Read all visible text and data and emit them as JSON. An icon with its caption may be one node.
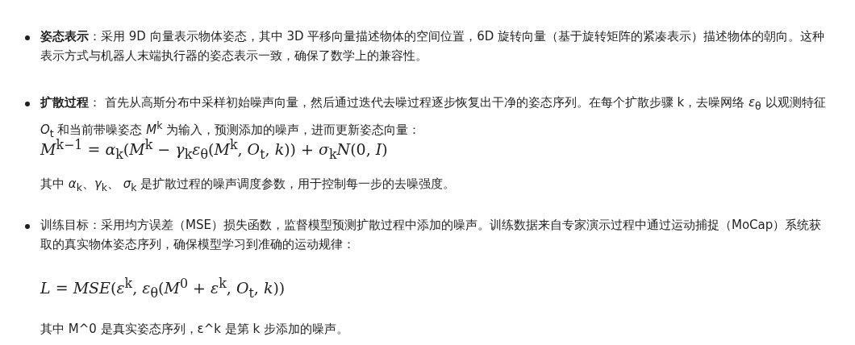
{
  "diagram": {
    "labels": [
      "**姿态表示**：采用 9D 向量表示物体姿态，其中 3D 平移向量描述物体的空间位置，6D 旋转向量（基于旋转矩阵的紧凑表示）描述物体的朝向。这种表示方式与机器人末端执行器的姿态表示一致，确保了数学上的兼容性。",
      "**扩散过程**： 首先从高斯分布中采样初始噪声向量，然后通过迭代去噪过程逐步恢复出干净的姿态序列。在每个扩散步骤 k，去噪网络 *ε*$_{θ}$ 以观测特征 *O*$_{t}$ 和当前带噪姿态 *M*$^{k}$ 为输入，预测添加的噪声，进而更新姿态向量：",
      "*M*$^{k−1}$ = *α*$_{k}$(*M*$^{k}$ − *γ*$_{k}$*ε*$_{θ}$(*M*$^{k}$, *O*$_{t}$, *k*)) + *σ*$_{k}$*N*(0, *I*)",
      "其中 *α*$_{k}$、*γ*$_{k}$、 *σ*$_{k}$ 是扩散过程的噪声调度参数，用于控制每一步的去噪强度。",
      "训练目标：采用均方误差（MSE）损失函数，监督模型预测扩散过程中添加的噪声。训练数据来自专家演示过程中通过运动捕捉（MoCap）系统获取的真实物体姿态序列，确保模型学习到准确的运动规律：",
      "*L* = *MSE*(*ε*$^{k}$, *ε*$_{θ}$(*M*$^{0}$ + *ε*$^{k}$, *O*$_{t}$, *k*))",
      "其中 M^0 是真实姿态序列，ε^k 是第 k 步添加的噪声。"
    ]
  }
}
